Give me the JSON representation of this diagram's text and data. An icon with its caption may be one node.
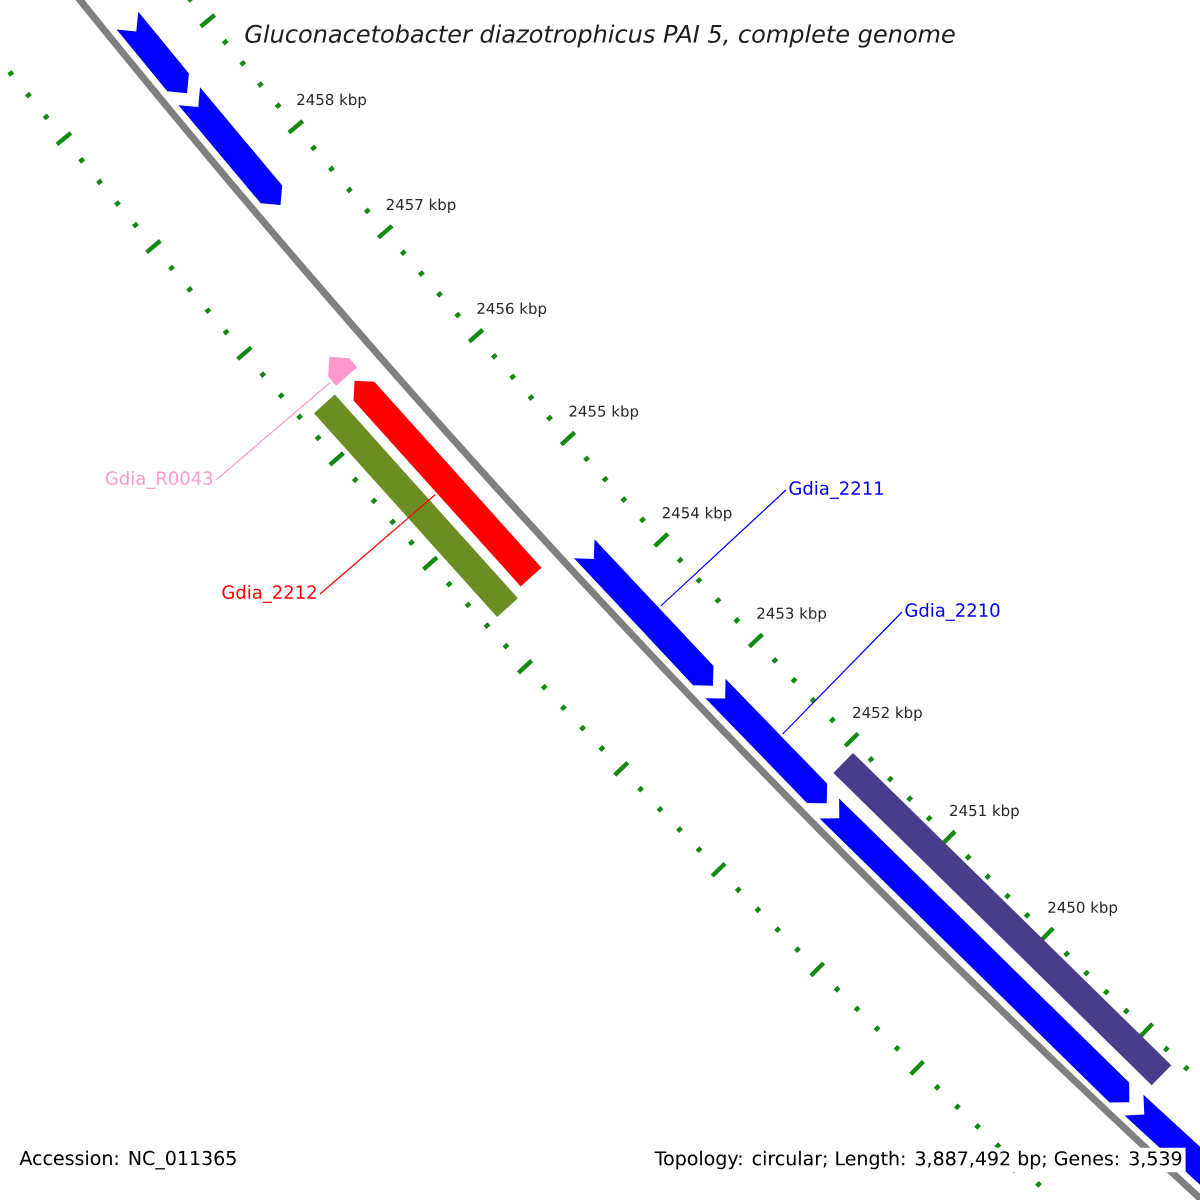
{
  "diagram": {
    "title": "Gluconacetobacter diazotrophicus PAI 5, complete genome",
    "nodes": [
      {
        "text": [
          "Gdia_R0043"
        ]
      },
      {
        "text": [
          "Gdia_2211"
        ]
      },
      {
        "text": [
          "Gdia_2212"
        ]
      },
      {
        "text": [
          "Gdia_2210"
        ]
      },
      {
        "text": [],
        "shape": "bar"
      },
      {
        "text": [],
        "shape": "bar"
      },
      {
        "text": [],
        "shape": "bar"
      },
      {
        "text": [],
        "shape": "bar"
      }
    ],
    "edges": [
      {
        "from": 0,
        "to": 4,
        "arrow": "none",
        "color": "#ff99cc"
      },
      {
        "from": 1,
        "to": 5,
        "arrow": "none"
      },
      {
        "from": 2,
        "to": 6,
        "arrow": "none",
        "color": "#ff0000"
      },
      {
        "from": 3,
        "to": 7,
        "arrow": "none"
      }
    ],
    "labels": [
      "2458 kbp",
      "2457 kbp",
      "2456 kbp",
      "2455 kbp",
      "2454 kbp",
      "2453 kbp",
      "2452 kbp",
      "2451 kbp",
      "2450 kbp",
      "Accession: NC_011365",
      "Topology: circular; Length: 3,887,492 bp; Genes: 3,539"
    ]
  }
}
